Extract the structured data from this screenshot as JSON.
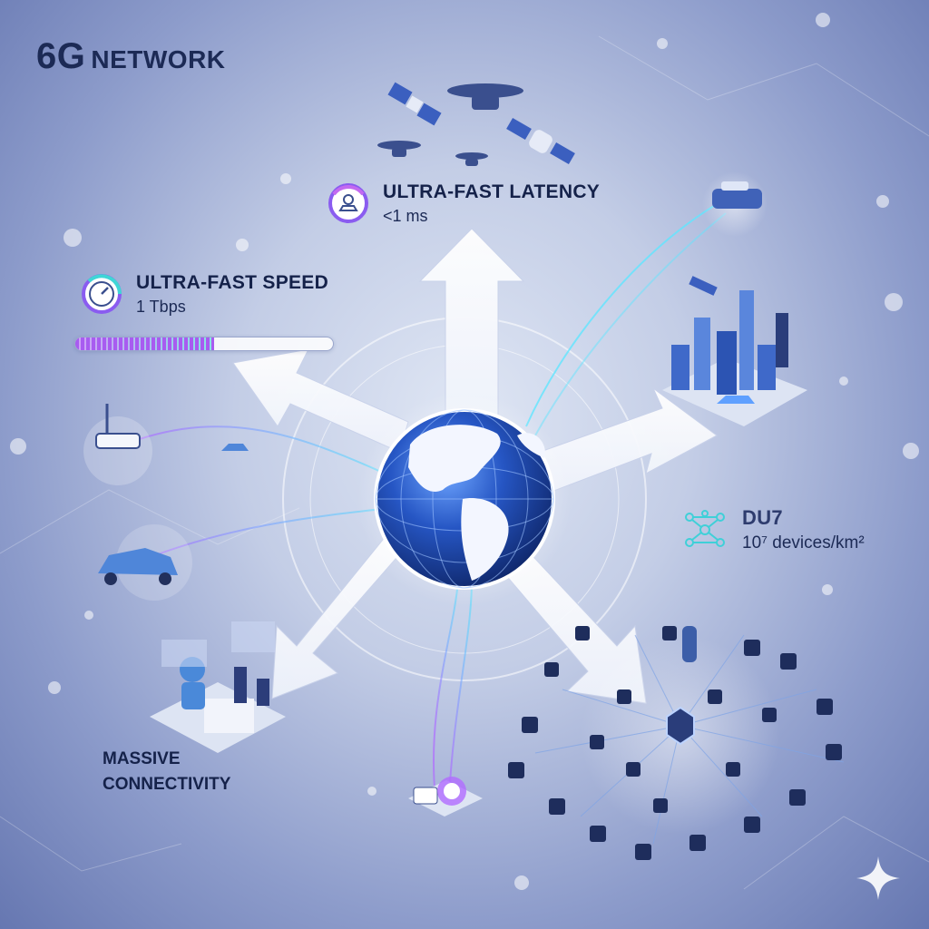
{
  "header": {
    "title_main": "6G",
    "title_sub": "NETWORK"
  },
  "speed": {
    "title": "ULTRA-FAST SPEED",
    "value": "1 Tbps",
    "icon": "speedometer-icon",
    "bar_fill_fraction": 0.54
  },
  "latency": {
    "title": "ULTRA-FAST LATENCY",
    "value": "<1 ms",
    "icon": "person-pin-icon"
  },
  "density": {
    "title": "DU7",
    "value": "10⁷ devices/km²",
    "icon": "network-nodes-icon"
  },
  "connectivity": {
    "line1": "MASSIVE",
    "line2": "CONNECTIVITY"
  },
  "colors": {
    "title": "#1c2a55",
    "accent_purple": "#a85cf0",
    "accent_cyan": "#35d5d0",
    "arrow": "#ffffff",
    "globe_blue": "#1c4fb4"
  },
  "icons": [
    "satellite-icon",
    "drone-icon",
    "globe-icon",
    "router-icon",
    "car-icon",
    "smart-city-icon",
    "factory-icon",
    "iot-device-cluster-icon",
    "home-device-icon",
    "sparkle-icon"
  ]
}
